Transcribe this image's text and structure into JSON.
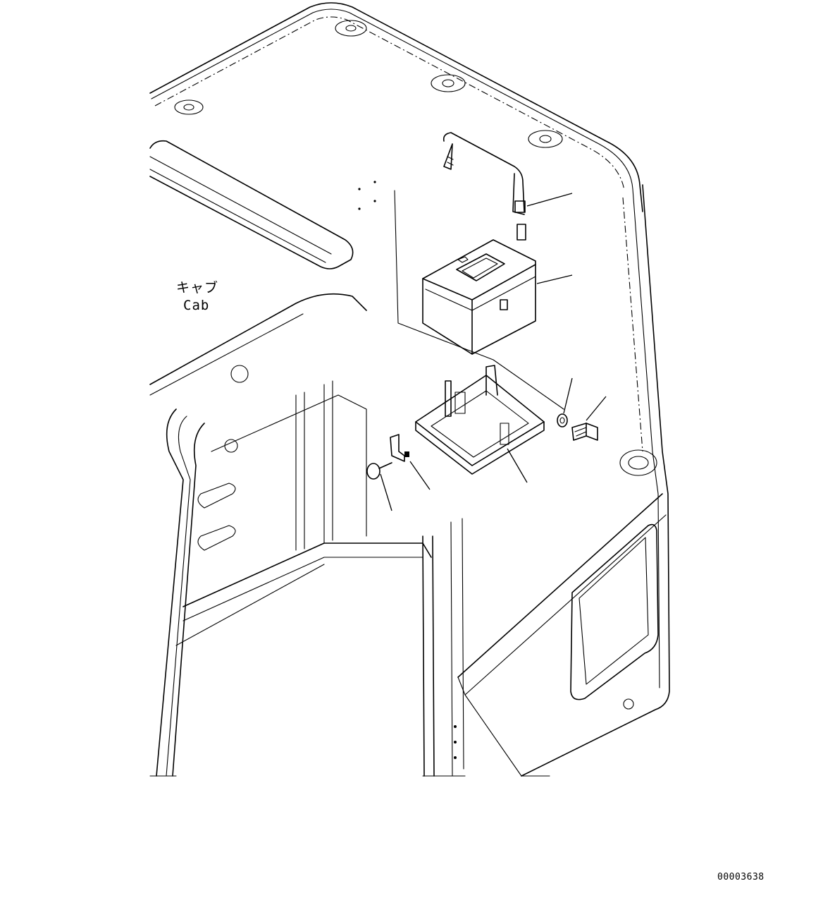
{
  "diagram": {
    "cab_label_jp": "キャブ",
    "cab_label_en": "Cab",
    "drawing_number": "00003638"
  },
  "icons": [
    "cab-outline-icon",
    "strap-icon",
    "first-aid-box-icon",
    "bracket-tray-icon",
    "washer-icon",
    "bolt-icon",
    "clip-icon",
    "rivet-icon"
  ]
}
